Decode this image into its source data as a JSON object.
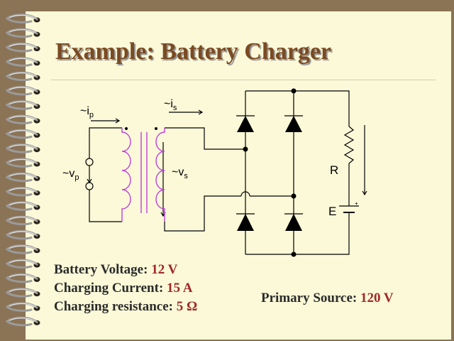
{
  "title": "Example: Battery Charger",
  "circuit": {
    "labels": {
      "ip_tilde": "~i",
      "ip_sub": "p",
      "is_tilde": "~i",
      "is_sub": "s",
      "vp_tilde": "~v",
      "vp_sub": "p",
      "vs_tilde": "~v",
      "vs_sub": "s",
      "resistor": "R",
      "battery": "E",
      "battery_plus": "+"
    }
  },
  "parameters": [
    {
      "label": "Battery Voltage:",
      "value": "12 V"
    },
    {
      "label": "Charging Current:",
      "value": "15 A"
    },
    {
      "label": "Charging resistance:",
      "value": "5 Ω"
    }
  ],
  "primary_source": {
    "label": "Primary Source:",
    "value": "120 V"
  },
  "colors": {
    "background": "#8b7355",
    "slide": "#fbf9d8",
    "title": "#7a4a22",
    "value": "#a0282a",
    "transformer": "#c040d8"
  }
}
